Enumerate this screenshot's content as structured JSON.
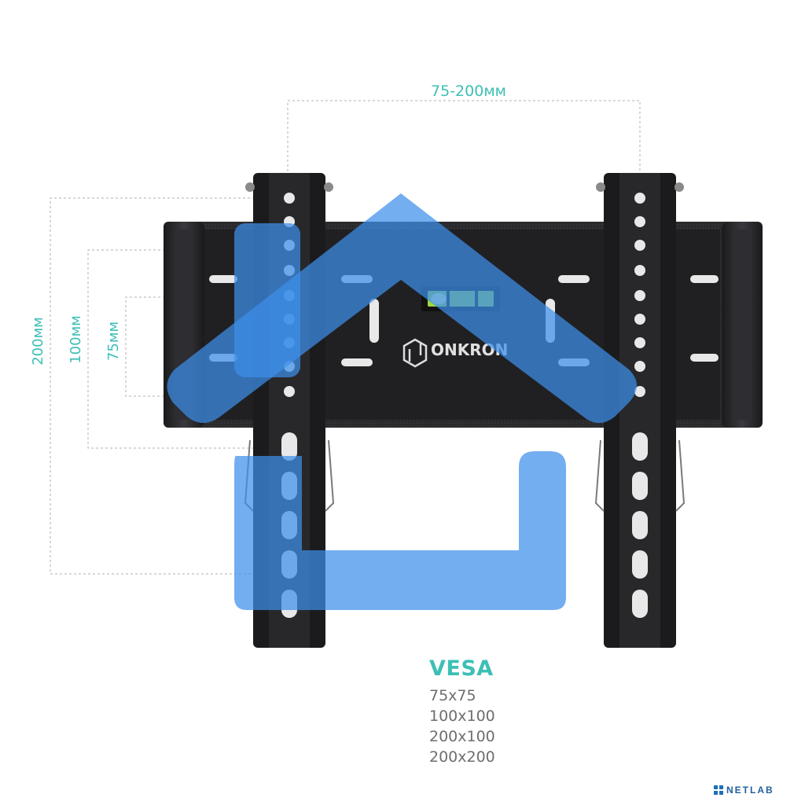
{
  "dimensions": {
    "width_label": "75-200мм",
    "height_200_label": "200мм",
    "height_100_label": "100мм",
    "height_75_label": "75мм"
  },
  "brand": {
    "name": "ONKRON"
  },
  "vesa": {
    "title": "VESA",
    "sizes": [
      "75x75",
      "100x100",
      "200x100",
      "200x200"
    ]
  },
  "watermark": {
    "text": "NETLAB"
  },
  "colors": {
    "accent": "#3dbfb5",
    "overlay_blue": "#3d8fea",
    "metal": "#1d1d1f"
  }
}
